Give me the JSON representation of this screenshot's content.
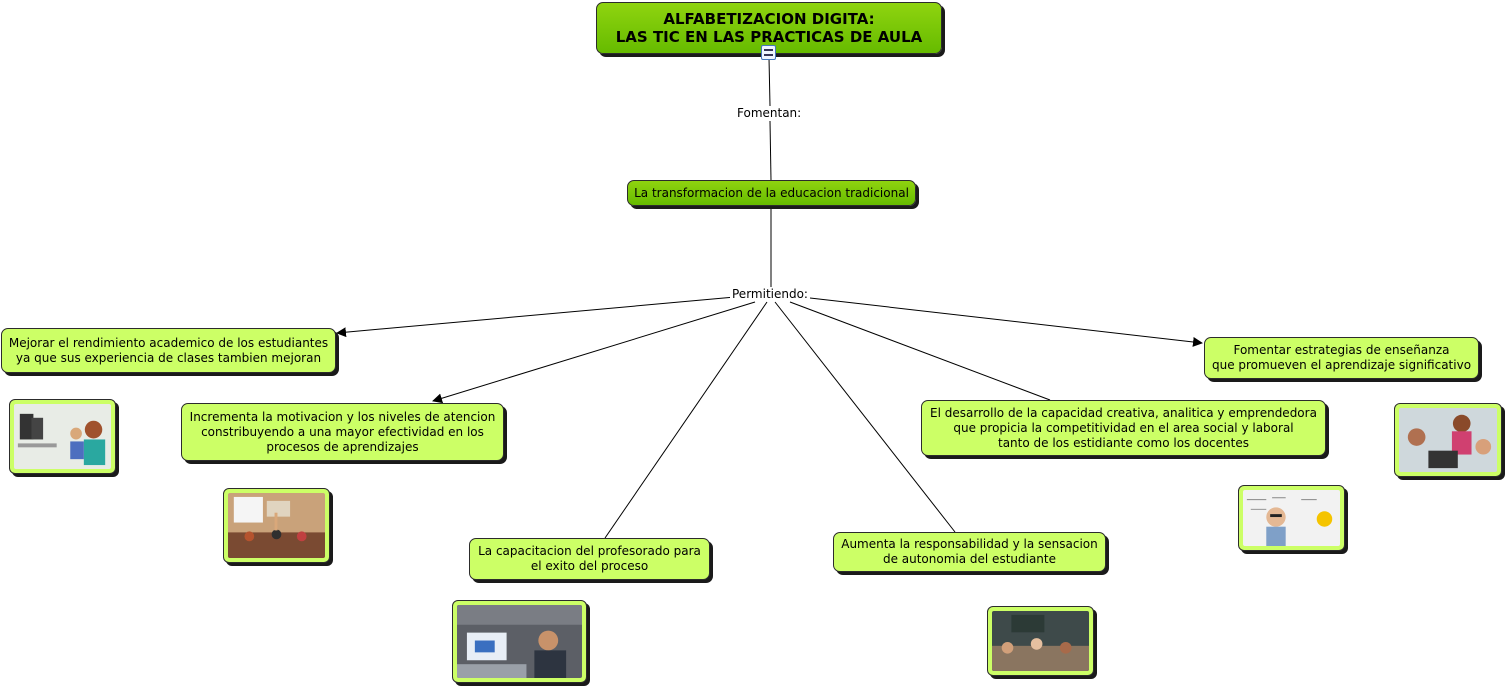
{
  "map": {
    "root": {
      "title": "ALFABETIZACION DIGITA:\nLAS TIC EN LAS PRACTICAS DE AULA"
    },
    "link_fomentan": "Fomentan:",
    "middle": "La transformacion de la educacion tradicional",
    "link_permitiendo": "Permitiendo:",
    "benefits": [
      "Mejorar el rendimiento academico de los estudiantes\nya que sus experiencia de clases tambien mejoran",
      "Incrementa la motivacion y los niveles de atencion\nconstribuyendo a una mayor efectividad en los\nprocesos de aprendizajes",
      "La capacitacion del profesorado para\nel exito del proceso",
      "Aumenta la responsabilidad y la sensacion\nde autonomia del estudiante",
      "El desarrollo de la capacidad creativa, analitica y emprendedora\nque propicia la competitividad en el area social y laboral\ntanto de los estidiante como los docentes",
      "Fomentar estrategias de enseñanza\nque promueven el aprendizaje significativo"
    ]
  },
  "colors": {
    "node_fill": "#ccff66",
    "root_fill": "#7fc90a",
    "line": "#000000"
  }
}
